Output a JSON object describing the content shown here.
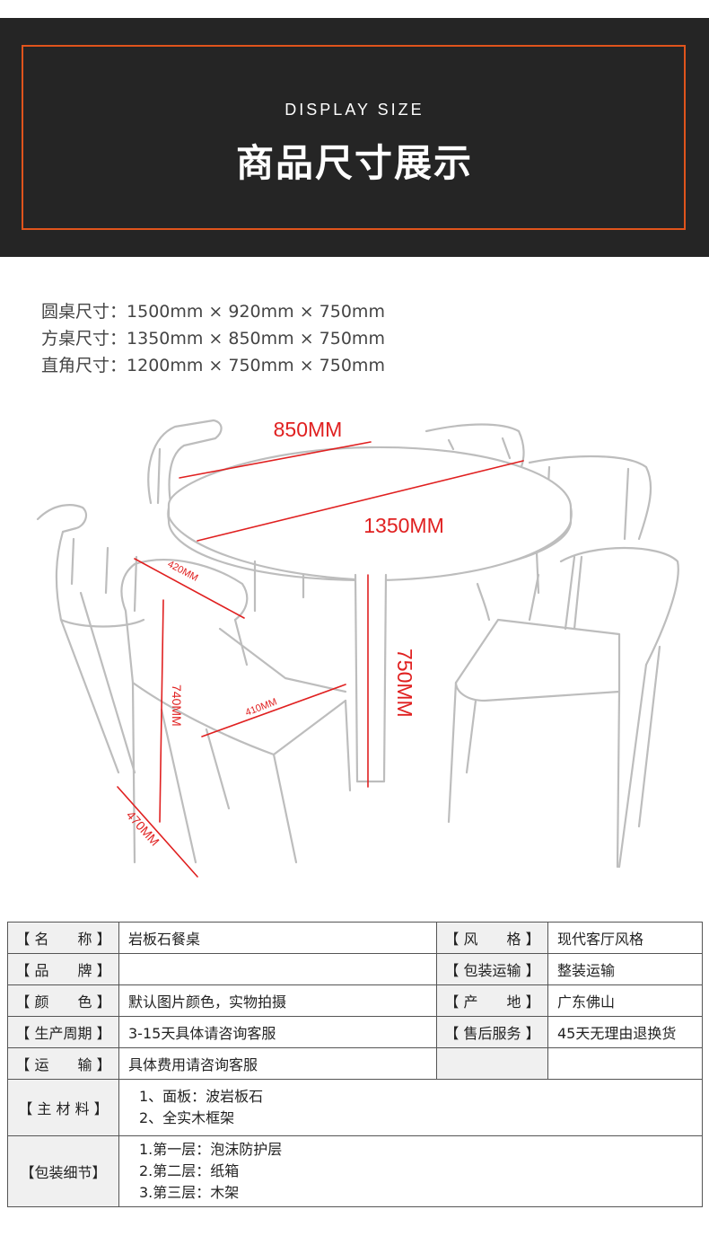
{
  "header": {
    "subtitle": "DISPLAY SIZE",
    "title": "商品尺寸展示"
  },
  "sizes": [
    {
      "label": "圆桌尺寸：",
      "value": "1500mm × 920mm × 750mm"
    },
    {
      "label": "方桌尺寸：",
      "value": "1350mm × 850mm × 750mm"
    },
    {
      "label": "直角尺寸：",
      "value": "1200mm × 750mm × 750mm"
    }
  ],
  "diagram": {
    "table_width": "850MM",
    "table_length": "1350MM",
    "table_height": "750MM",
    "seat_depth": "420MM",
    "chair_height": "740MM",
    "seat_width": "410MM",
    "leg_span": "470MM",
    "line_color": "#e02020",
    "furniture_color": "#bdbdbd"
  },
  "spec": {
    "name_key": "【 名　　称 】",
    "name_val": "岩板石餐桌",
    "style_key": "【 风　　格 】",
    "style_val": "现代客厅风格",
    "brand_key": "【 品　　牌 】",
    "brand_val": "",
    "pack_ship_key": "【 包装运输 】",
    "pack_ship_val": "整装运输",
    "color_key": "【 颜　　色 】",
    "color_val": "默认图片颜色，实物拍摄",
    "origin_key": "【 产　　地 】",
    "origin_val": "广东佛山",
    "cycle_key": "【 生产周期 】",
    "cycle_val": "3-15天具体请咨询客服",
    "after_key": "【 售后服务 】",
    "after_val": "45天无理由退换货",
    "ship_key": "【 运　　输 】",
    "ship_val": "具体费用请咨询客服",
    "material_key": "【 主 材 料 】",
    "material_lines": [
      "1、面板：波岩板石",
      "2、全实木框架"
    ],
    "packdetail_key": "【包装细节】",
    "packdetail_lines": [
      "1.第一层：泡沫防护层",
      "2.第二层：纸箱",
      "3.第三层：木架"
    ]
  }
}
